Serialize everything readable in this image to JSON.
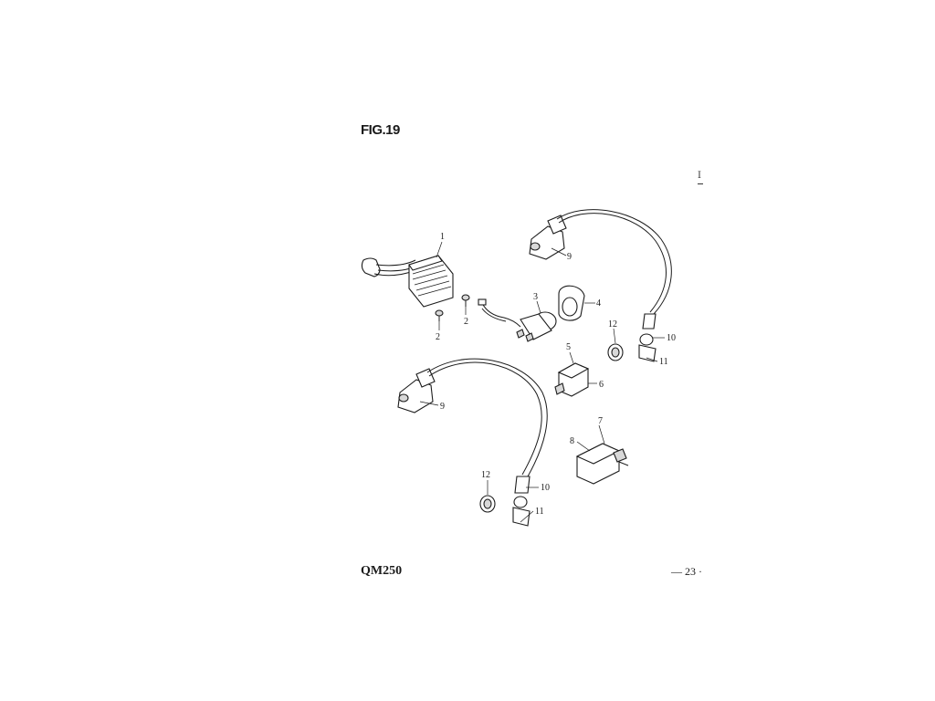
{
  "figure": {
    "title": "FIG.19"
  },
  "footer": {
    "model": "QM250",
    "page": "— 23 ·"
  },
  "edge_text": "Ⅰ",
  "callouts": [
    {
      "id": "c1",
      "label": "1"
    },
    {
      "id": "c2a",
      "label": "2"
    },
    {
      "id": "c2b",
      "label": "2"
    },
    {
      "id": "c3",
      "label": "3"
    },
    {
      "id": "c4",
      "label": "4"
    },
    {
      "id": "c5",
      "label": "5"
    },
    {
      "id": "c6",
      "label": "6"
    },
    {
      "id": "c7",
      "label": "7"
    },
    {
      "id": "c8",
      "label": "8"
    },
    {
      "id": "c9a",
      "label": "9"
    },
    {
      "id": "c9b",
      "label": "9"
    },
    {
      "id": "c10a",
      "label": "10"
    },
    {
      "id": "c10b",
      "label": "10"
    },
    {
      "id": "c11a",
      "label": "11"
    },
    {
      "id": "c11b",
      "label": "11"
    },
    {
      "id": "c12a",
      "label": "12"
    },
    {
      "id": "c12b",
      "label": "12"
    }
  ]
}
